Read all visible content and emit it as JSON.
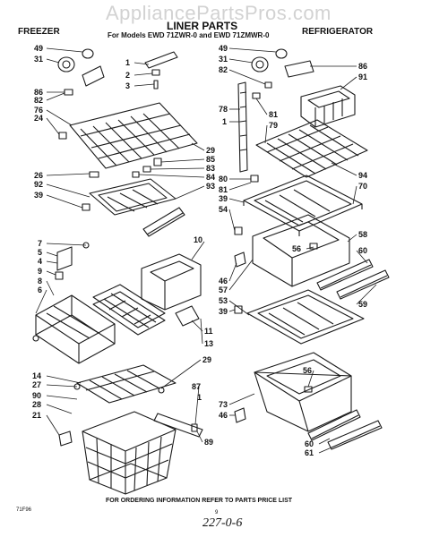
{
  "header": {
    "watermark": "AppliancePartsPros.com",
    "title": "LINER PARTS",
    "subtitle": "For Models EWD 71ZWR-0 and EWD 71ZMWR-0",
    "freezer_label": "FREEZER",
    "refrigerator_label": "REFRIGERATOR"
  },
  "footer": {
    "note": "FOR ORDERING INFORMATION REFER TO PARTS PRICE LIST",
    "code": "71F96",
    "page": "9",
    "handwritten": "227-0-6"
  },
  "part_numbers": {
    "freezer_left": [
      "49",
      "31",
      "86",
      "82",
      "76",
      "24",
      "26",
      "92",
      "39",
      "7",
      "5",
      "4",
      "9",
      "8",
      "6",
      "14",
      "27",
      "90",
      "28",
      "21"
    ],
    "freezer_right": [
      "1",
      "2",
      "3",
      "29",
      "85",
      "83",
      "84",
      "93",
      "10",
      "11",
      "13",
      "29",
      "87",
      "1",
      "89"
    ],
    "refrig_left": [
      "49",
      "31",
      "82",
      "78",
      "1",
      "80",
      "81",
      "39",
      "54",
      "46",
      "57",
      "53",
      "39",
      "73",
      "46"
    ],
    "refrig_mid": [
      "81",
      "79",
      "56",
      "56"
    ],
    "refrig_right": [
      "86",
      "91",
      "94",
      "70",
      "58",
      "60",
      "59",
      "60",
      "61"
    ]
  }
}
